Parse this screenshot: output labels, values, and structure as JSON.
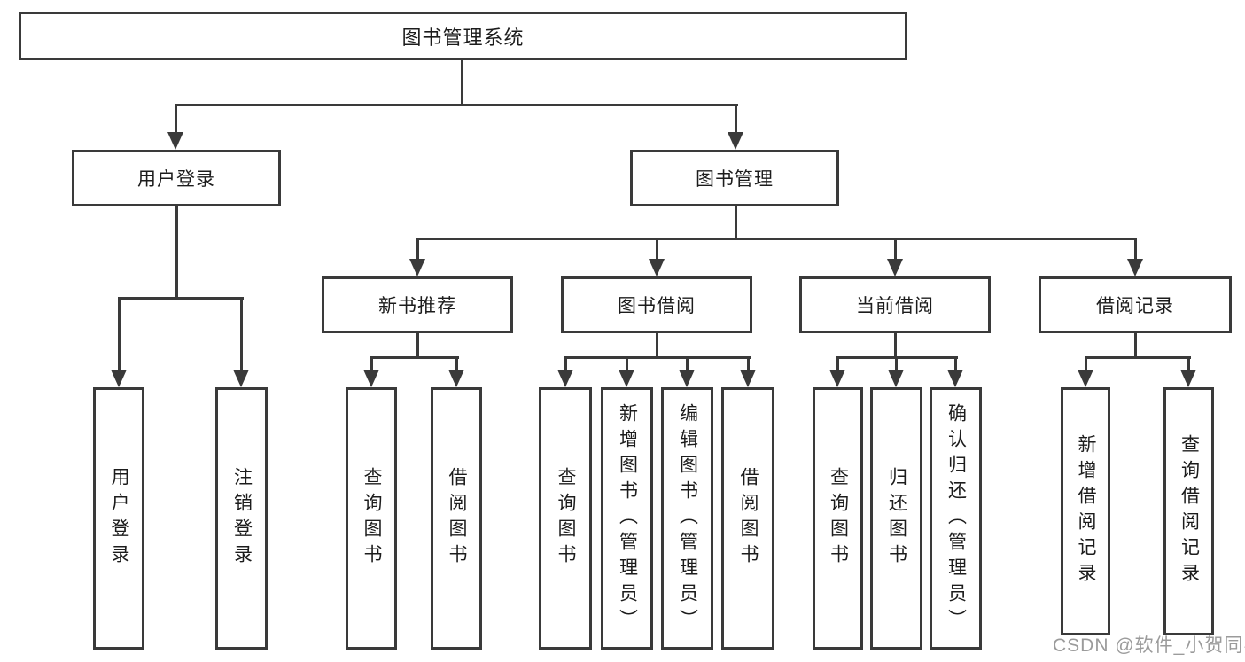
{
  "diagram": {
    "title": "图书管理系统",
    "nodes": {
      "root": "图书管理系统",
      "level2": [
        {
          "label": "用户登录"
        },
        {
          "label": "图书管理"
        }
      ],
      "level3": [
        {
          "label": "新书推荐",
          "parent": "图书管理"
        },
        {
          "label": "图书借阅",
          "parent": "图书管理"
        },
        {
          "label": "当前借阅",
          "parent": "图书管理"
        },
        {
          "label": "借阅记录",
          "parent": "图书管理"
        }
      ],
      "leaves": [
        {
          "label": "用户登录",
          "parent": "用户登录"
        },
        {
          "label": "注销登录",
          "parent": "用户登录"
        },
        {
          "label": "查询图书",
          "parent": "新书推荐"
        },
        {
          "label": "借阅图书",
          "parent": "新书推荐"
        },
        {
          "label": "查询图书",
          "parent": "图书借阅"
        },
        {
          "label": "新增图书（管理员）",
          "parent": "图书借阅"
        },
        {
          "label": "编辑图书（管理员）",
          "parent": "图书借阅"
        },
        {
          "label": "借阅图书",
          "parent": "图书借阅"
        },
        {
          "label": "查询图书",
          "parent": "当前借阅"
        },
        {
          "label": "归还图书",
          "parent": "当前借阅"
        },
        {
          "label": "确认归还（管理员）",
          "parent": "当前借阅"
        },
        {
          "label": "新增借阅记录",
          "parent": "借阅记录"
        },
        {
          "label": "查询借阅记录",
          "parent": "借阅记录"
        }
      ]
    },
    "colors": {
      "line": "#3a3a3a",
      "box_border": "#3a3a3a",
      "box_background": "#ffffff",
      "text": "#1c1c1c",
      "watermark": "#9b9b9b",
      "background": "#ffffff"
    }
  },
  "watermark": {
    "text": "CSDN @软件_小贺同学"
  }
}
